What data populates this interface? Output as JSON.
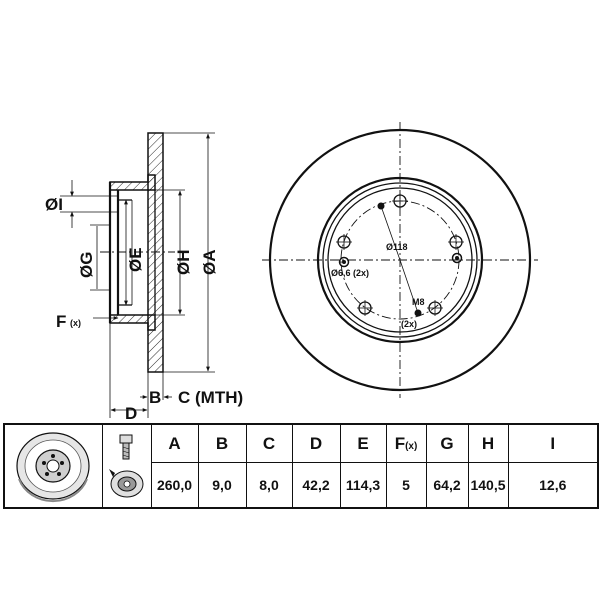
{
  "drawing": {
    "labels": {
      "i": "ØI",
      "g": "ØG",
      "e": "ØE",
      "h": "ØH",
      "a": "ØA",
      "f": "F",
      "f_sub": "(x)",
      "d": "D",
      "b": "B",
      "c": "C (MTH)"
    },
    "front": {
      "pcd": "Ø118",
      "hole": "Ø6,6 (2x)",
      "thread": "M8",
      "thread_count": "(2x)"
    }
  },
  "table": {
    "headers": [
      {
        "main": "A",
        "sub": ""
      },
      {
        "main": "B",
        "sub": ""
      },
      {
        "main": "C",
        "sub": ""
      },
      {
        "main": "D",
        "sub": ""
      },
      {
        "main": "E",
        "sub": ""
      },
      {
        "main": "F",
        "sub": "(x)"
      },
      {
        "main": "G",
        "sub": ""
      },
      {
        "main": "H",
        "sub": ""
      },
      {
        "main": "I",
        "sub": ""
      }
    ],
    "values": [
      "260,0",
      "9,0",
      "8,0",
      "42,2",
      "114,3",
      "5",
      "64,2",
      "140,5",
      "12,6"
    ],
    "icons": [
      "brake-disc-icon",
      "bolt-icon",
      "wheel-hub-icon"
    ]
  }
}
